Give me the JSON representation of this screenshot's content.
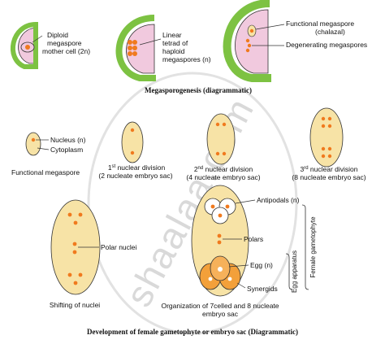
{
  "watermark": "shaalaa.com",
  "top_section": {
    "stage1": {
      "label_line1": "Diploid",
      "label_line2": "megaspore",
      "label_line3": "mother cell (2n)"
    },
    "stage2": {
      "label_line1": "Linear",
      "label_line2": "tetrad of",
      "label_line3": "haploid",
      "label_line4": "megaspores (n)"
    },
    "stage3": {
      "label_functional_1": "Functional megaspore",
      "label_functional_2": "(chalazal)",
      "label_degenerating": "Degenerating megaspores"
    },
    "caption": "Megasporogenesis (diagrammatic)"
  },
  "middle_section": {
    "functional": {
      "nucleus_label": "Nucleus (n)",
      "cytoplasm_label": "Cytoplasm",
      "caption": "Functional megaspore"
    },
    "first_division": {
      "sup": "st",
      "ordinal": "1",
      "line1_rest": " nuclear division",
      "line2": "(2 nucleate embryo sac)"
    },
    "second_division": {
      "sup": "nd",
      "ordinal": "2",
      "line1_rest": " nuclear division",
      "line2": "(4 nucleate embryo sac)"
    },
    "third_division": {
      "sup": "rd",
      "ordinal": "3",
      "line1_rest": " nuclear division",
      "line2": "(8 nucleate embryo sac)"
    }
  },
  "bottom_section": {
    "shifting": {
      "polar_label": "Polar nuclei",
      "caption": "Shifting of nuclei"
    },
    "embryo_sac": {
      "antipodals_label": "Antipodals (n)",
      "polars_label": "Polars",
      "egg_label": "Egg (n)",
      "synergids_label": "Synergids",
      "egg_apparatus_label": "Egg apparatus",
      "female_gametophyte_label": "Female gametophyte",
      "caption_line1": "Organization of 7celled and 8 nucleate",
      "caption_line2": "embryo sac"
    },
    "caption": "Development of female gametophyte or embryo sac (Diagrammatic)"
  },
  "colors": {
    "sac_fill": "#f7e3a6",
    "nucleus": "#f07a1e",
    "integument": "#7dc242",
    "nucellus": "#f1c9de",
    "egg_fill": "#f3a03a"
  }
}
